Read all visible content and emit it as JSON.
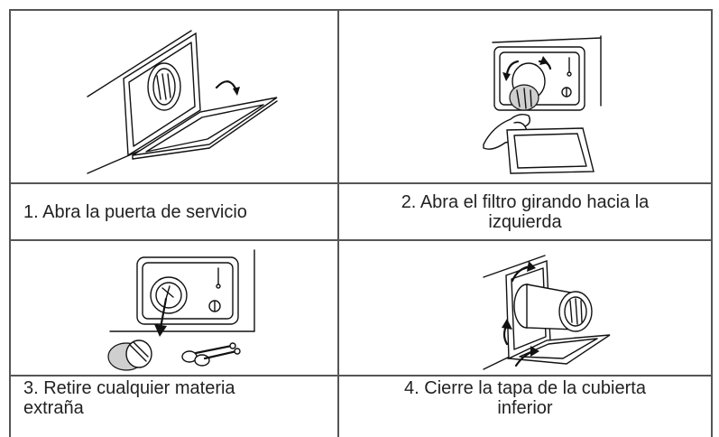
{
  "steps": [
    {
      "caption": "1. Abra la puerta de servicio",
      "illustration": "open-service-door"
    },
    {
      "caption": "2. Abra el filtro girando hacia la izquierda",
      "illustration": "turn-filter-left"
    },
    {
      "caption": "3. Retire cualquier materia extraña",
      "illustration": "remove-foreign-matter"
    },
    {
      "caption": "4. Cierre la tapa de la cubierta inferior",
      "illustration": "close-lower-cover"
    }
  ],
  "colors": {
    "border": "#555555",
    "ink": "#111111",
    "text": "#222222"
  }
}
